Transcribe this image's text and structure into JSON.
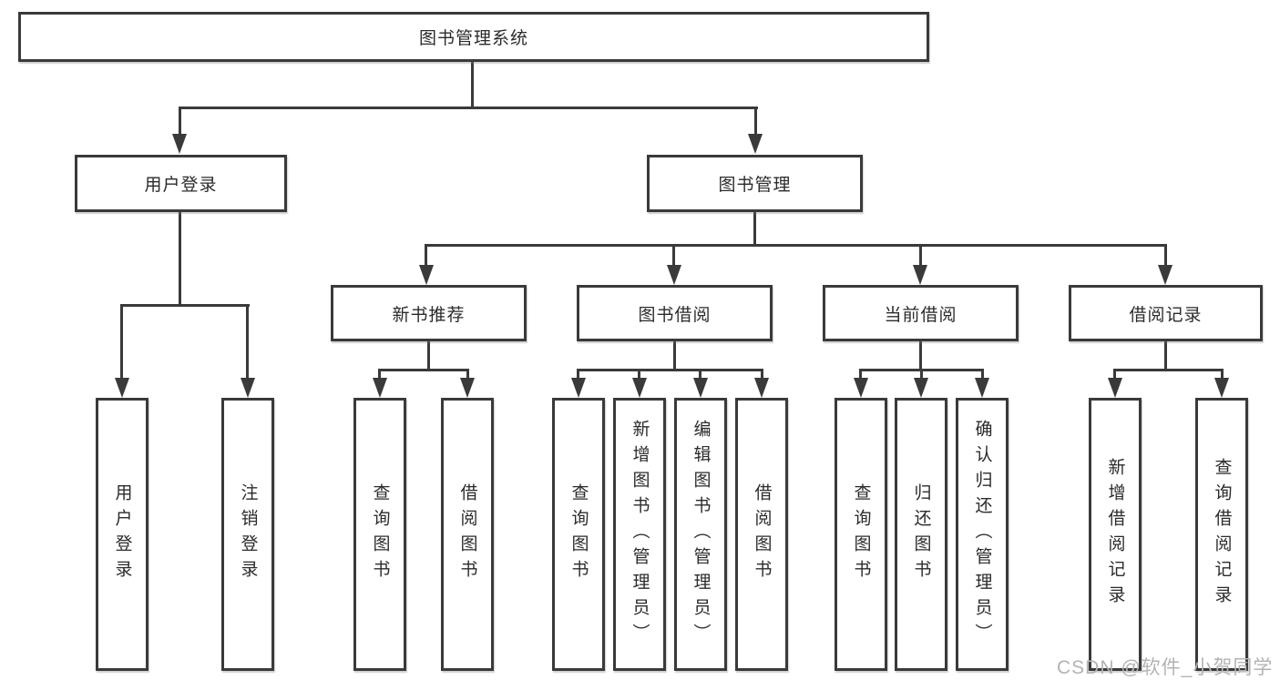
{
  "tree": {
    "root": {
      "label": "图书管理系统",
      "children": [
        {
          "label": "用户登录",
          "children": [
            {
              "label": "用户登录"
            },
            {
              "label": "注销登录"
            }
          ]
        },
        {
          "label": "图书管理",
          "children": [
            {
              "label": "新书推荐",
              "children": [
                {
                  "label": "查询图书"
                },
                {
                  "label": "借阅图书"
                }
              ]
            },
            {
              "label": "图书借阅",
              "children": [
                {
                  "label": "查询图书"
                },
                {
                  "label": "新增图书（管理员）"
                },
                {
                  "label": "编辑图书（管理员）"
                },
                {
                  "label": "借阅图书"
                }
              ]
            },
            {
              "label": "当前借阅",
              "children": [
                {
                  "label": "查询图书"
                },
                {
                  "label": "归还图书"
                },
                {
                  "label": "确认归还（管理员）"
                }
              ]
            },
            {
              "label": "借阅记录",
              "children": [
                {
                  "label": "新增借阅记录"
                },
                {
                  "label": "查询借阅记录"
                }
              ]
            }
          ]
        }
      ]
    }
  },
  "watermark": "CSDN @软件_小贺同学",
  "colors": {
    "line": "#3a3a3a",
    "text": "#2b2b2b",
    "watermark": "#b3b3b3"
  }
}
